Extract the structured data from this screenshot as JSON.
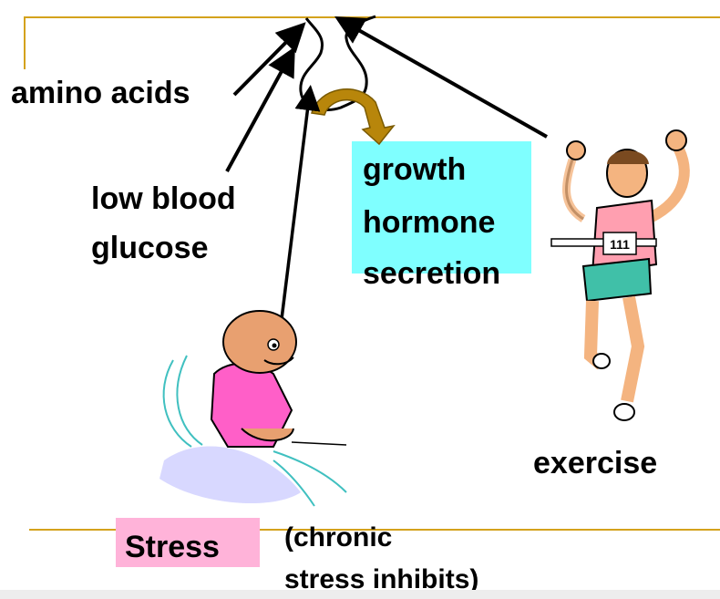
{
  "labels": {
    "amino_acids": "amino acids",
    "low_blood_1": "low blood",
    "low_blood_2": "glucose",
    "gh_1": "growth",
    "gh_2": "hormone",
    "gh_3": "secretion",
    "exercise": "exercise",
    "stress": "Stress",
    "chronic_1": "(chronic",
    "chronic_2": "stress inhibits)",
    "bib_number": "111"
  },
  "colors": {
    "gh_box": "#7fffff",
    "stress_box": "#ffb3d9",
    "rule": "#d4a21c",
    "curved_arrow": "#b8860b"
  },
  "icons": {
    "runner": "runner-clipart",
    "stressed_man": "stressed-man-clipart"
  }
}
